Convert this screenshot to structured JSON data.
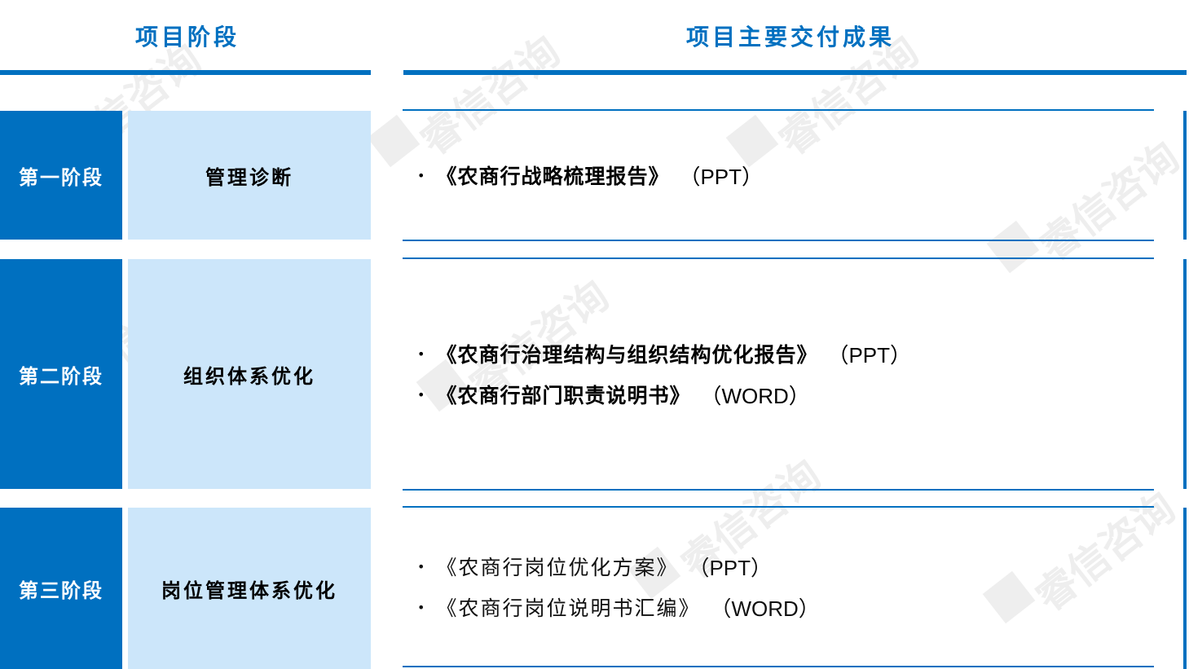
{
  "header": {
    "left_title": "项目阶段",
    "right_title": "项目主要交付成果"
  },
  "colors": {
    "accent": "#0070c0",
    "phase_bg": "#cce6fa"
  },
  "watermark_text": "睿信咨询",
  "rows": [
    {
      "stage": "第一阶段",
      "phase": "管理诊断",
      "deliverables": [
        {
          "name": "《农商行战略梳理报告》",
          "format": "（PPT）"
        }
      ]
    },
    {
      "stage": "第二阶段",
      "phase": "组织体系优化",
      "deliverables": [
        {
          "name": "《农商行治理结构与组织结构优化报告》",
          "format": "（PPT）"
        },
        {
          "name": "《农商行部门职责说明书》",
          "format": "（WORD）"
        }
      ]
    },
    {
      "stage": "第三阶段",
      "phase": "岗位管理体系优化",
      "deliverables": [
        {
          "name": "《农商行岗位优化方案》",
          "format": "（PPT）"
        },
        {
          "name": "《农商行岗位说明书汇编》",
          "format": "（WORD）"
        }
      ]
    }
  ]
}
